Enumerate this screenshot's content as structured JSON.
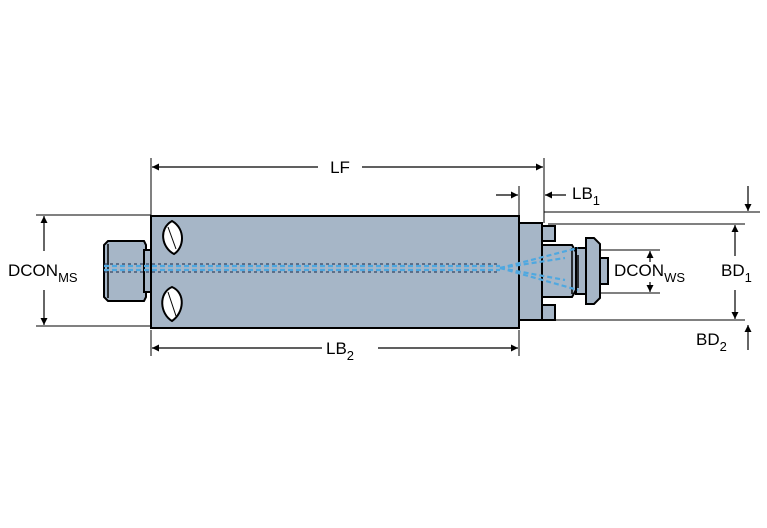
{
  "labels": {
    "lf": "LF",
    "lb1": {
      "main": "LB",
      "sub": "1"
    },
    "lb2": {
      "main": "LB",
      "sub": "2"
    },
    "dcon_ms": {
      "main": "DCON",
      "sub": "MS"
    },
    "dcon_ws": {
      "main": "DCON",
      "sub": "WS"
    },
    "bd1": {
      "main": "BD",
      "sub": "1"
    },
    "bd2": {
      "main": "BD",
      "sub": "2"
    }
  },
  "colors": {
    "body_fill": "#a6b6c7",
    "coolant": "#4fa8e0",
    "line": "#000000"
  }
}
